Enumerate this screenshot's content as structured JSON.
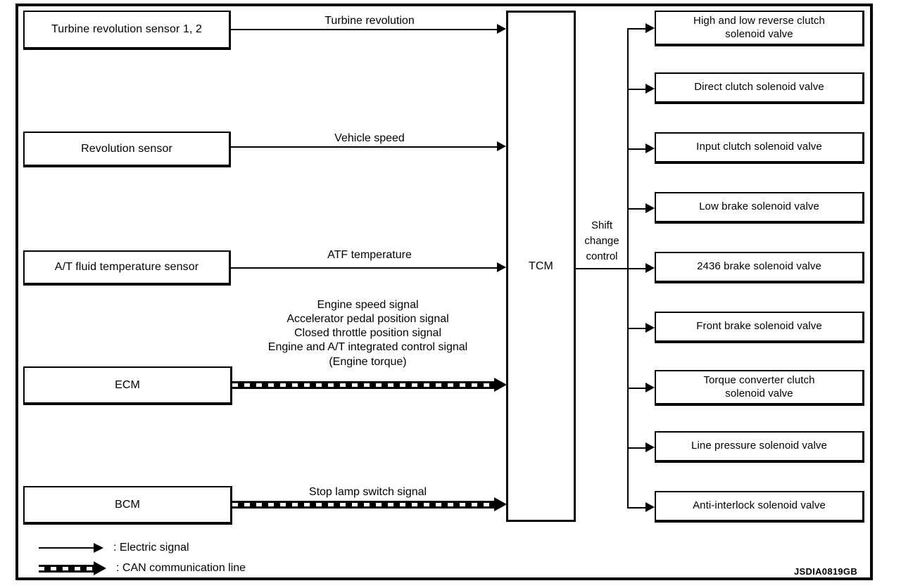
{
  "diagram": {
    "reference_code": "JSDIA0819GB",
    "controller": {
      "name": "TCM",
      "output_label": "Shift\nchange\ncontrol"
    },
    "inputs": [
      {
        "source": "Turbine revolution sensor 1, 2",
        "signal": "Turbine revolution",
        "line_type": "electric"
      },
      {
        "source": "Revolution sensor",
        "signal": "Vehicle speed",
        "line_type": "electric"
      },
      {
        "source": "A/T fluid temperature sensor",
        "signal": "ATF temperature",
        "line_type": "electric"
      },
      {
        "source": "ECM",
        "signal": "Engine speed signal\nAccelerator pedal position signal\nClosed throttle position signal\nEngine and A/T integrated control signal\n(Engine torque)",
        "line_type": "can"
      },
      {
        "source": "BCM",
        "signal": "Stop lamp switch signal",
        "line_type": "can"
      }
    ],
    "outputs": [
      {
        "name": "High and low reverse clutch\nsolenoid valve"
      },
      {
        "name": "Direct clutch solenoid valve"
      },
      {
        "name": "Input clutch solenoid valve"
      },
      {
        "name": "Low brake solenoid valve"
      },
      {
        "name": "2436 brake solenoid valve"
      },
      {
        "name": "Front brake solenoid valve"
      },
      {
        "name": "Torque converter clutch\nsolenoid valve"
      },
      {
        "name": "Line pressure solenoid valve"
      },
      {
        "name": "Anti-interlock solenoid valve"
      }
    ],
    "legend": [
      {
        "icon": "solid-arrow-icon",
        "label": ": Electric signal"
      },
      {
        "icon": "dashed-arrow-icon",
        "label": ": CAN communication line"
      }
    ]
  }
}
